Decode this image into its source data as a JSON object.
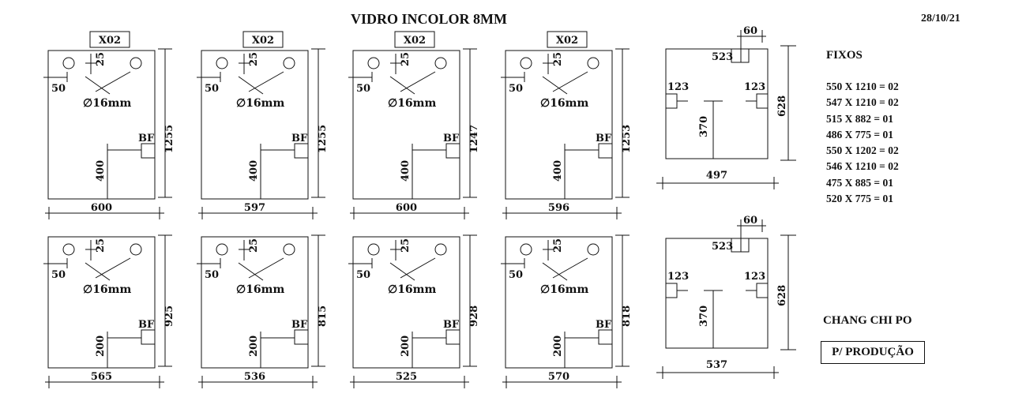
{
  "header": {
    "title": "VIDRO INCOLOR 8MM",
    "date": "28/10/21"
  },
  "fixos": {
    "title": "FIXOS",
    "items": [
      "550 X 1210 = 02",
      "547 X 1210 = 02",
      "515 X 882 = 01",
      "486 X 775 = 01",
      "550 X 1202 = 02",
      "546 X 1210 = 02",
      "475 X 885 = 01",
      "520 X 775 = 01"
    ]
  },
  "client": "CHANG CHI PO",
  "status": "P/ PRODUÇÃO",
  "panels": [
    {
      "tag": "X02",
      "width": "600",
      "height": "1255",
      "hole_offset": "25",
      "edge_offset": "50",
      "hole_diameter": "∅16mm",
      "lock_code": "BF",
      "lock_height": "400"
    },
    {
      "tag": "X02",
      "width": "597",
      "height": "1255",
      "hole_offset": "25",
      "edge_offset": "50",
      "hole_diameter": "∅16mm",
      "lock_code": "BF",
      "lock_height": "400"
    },
    {
      "tag": "X02",
      "width": "600",
      "height": "1247",
      "hole_offset": "25",
      "edge_offset": "50",
      "hole_diameter": "∅16mm",
      "lock_code": "BF",
      "lock_height": "400"
    },
    {
      "tag": "X02",
      "width": "596",
      "height": "1253",
      "hole_offset": "25",
      "edge_offset": "50",
      "hole_diameter": "∅16mm",
      "lock_code": "BF",
      "lock_height": "400"
    },
    {
      "tag": "",
      "width": "565",
      "height": "925",
      "hole_offset": "25",
      "edge_offset": "50",
      "hole_diameter": "∅16mm",
      "lock_code": "BF",
      "lock_height": "200"
    },
    {
      "tag": "",
      "width": "536",
      "height": "815",
      "hole_offset": "25",
      "edge_offset": "50",
      "hole_diameter": "∅16mm",
      "lock_code": "BF",
      "lock_height": "200"
    },
    {
      "tag": "",
      "width": "525",
      "height": "928",
      "hole_offset": "25",
      "edge_offset": "50",
      "hole_diameter": "∅16mm",
      "lock_code": "BF",
      "lock_height": "200"
    },
    {
      "tag": "",
      "width": "570",
      "height": "818",
      "hole_offset": "25",
      "edge_offset": "50",
      "hole_diameter": "∅16mm",
      "lock_code": "BF",
      "lock_height": "200"
    }
  ],
  "fixed_panels": [
    {
      "width": "497",
      "height": "628",
      "top_notch_width": "60",
      "top_notch_label": "523",
      "left_notch": "123",
      "right_notch": "123",
      "center_height": "370"
    },
    {
      "width": "537",
      "height": "628",
      "top_notch_width": "60",
      "top_notch_label": "523",
      "left_notch": "123",
      "right_notch": "123",
      "center_height": "370"
    }
  ]
}
